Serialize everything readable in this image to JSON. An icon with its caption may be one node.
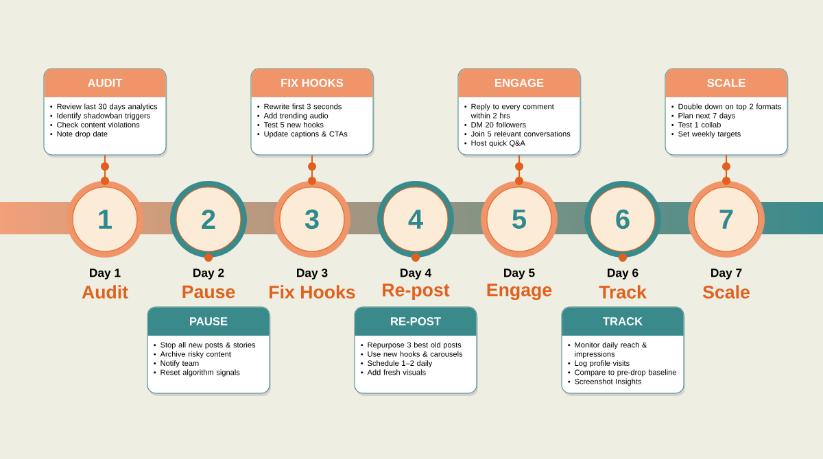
{
  "diagram": {
    "nodes": [
      {
        "text": [
          "1"
        ],
        "beside": [
          "Day 1",
          "Audit"
        ]
      },
      {
        "text": [
          "2"
        ],
        "beside": [
          "Day 2",
          "Pause"
        ]
      },
      {
        "text": [
          "3"
        ],
        "beside": [
          "Day 3",
          "Fix Hooks"
        ]
      },
      {
        "text": [
          "4"
        ],
        "beside": [
          "Day 4",
          "Re-post"
        ]
      },
      {
        "text": [
          "5"
        ],
        "beside": [
          "Day 5",
          "Engage"
        ]
      },
      {
        "text": [
          "6"
        ],
        "beside": [
          "Day 6",
          "Track"
        ]
      },
      {
        "text": [
          "7"
        ],
        "beside": [
          "Day 7",
          "Scale"
        ]
      },
      {
        "text": [
          "AUDIT",
          "Review last 30 days analytics",
          "Identify shadowban triggers",
          "Check content violations",
          "Note drop date"
        ]
      },
      {
        "text": [
          "PAUSE",
          "Stop all new posts & stories",
          "Archive risky content",
          "Notify team",
          "Reset algorithm signals"
        ]
      },
      {
        "text": [
          "FIX HOOKS",
          "Rewrite first 3 seconds",
          "Add trending audio",
          "Test 5 new hooks",
          "Update captions & CTAs"
        ]
      },
      {
        "text": [
          "RE-POST",
          "Repurpose 3 best old posts",
          "Use new hooks & carousels",
          "Schedule 1–2 daily",
          "Add fresh visuals"
        ]
      },
      {
        "text": [
          "ENGAGE",
          "Reply to every comment within 2 hrs",
          "DM 20 followers",
          "Join 5 relevant conversations",
          "Host quick Q&A"
        ]
      },
      {
        "text": [
          "TRACK",
          "Monitor daily reach & impressions",
          "Log profile visits",
          "Compare to pre-drop baseline",
          "Screenshot Insights"
        ]
      },
      {
        "text": [
          "SCALE",
          "Double down on top 2 formats",
          "Plan next 7 days",
          "Test 1 collab",
          "Set weekly targets"
        ]
      }
    ],
    "edges": [
      {
        "from": 0,
        "to": 7,
        "arrow": "none"
      },
      {
        "from": 2,
        "to": 9,
        "arrow": "none"
      },
      {
        "from": 4,
        "to": 11,
        "arrow": "none"
      },
      {
        "from": 6,
        "to": 13,
        "arrow": "none"
      }
    ]
  }
}
